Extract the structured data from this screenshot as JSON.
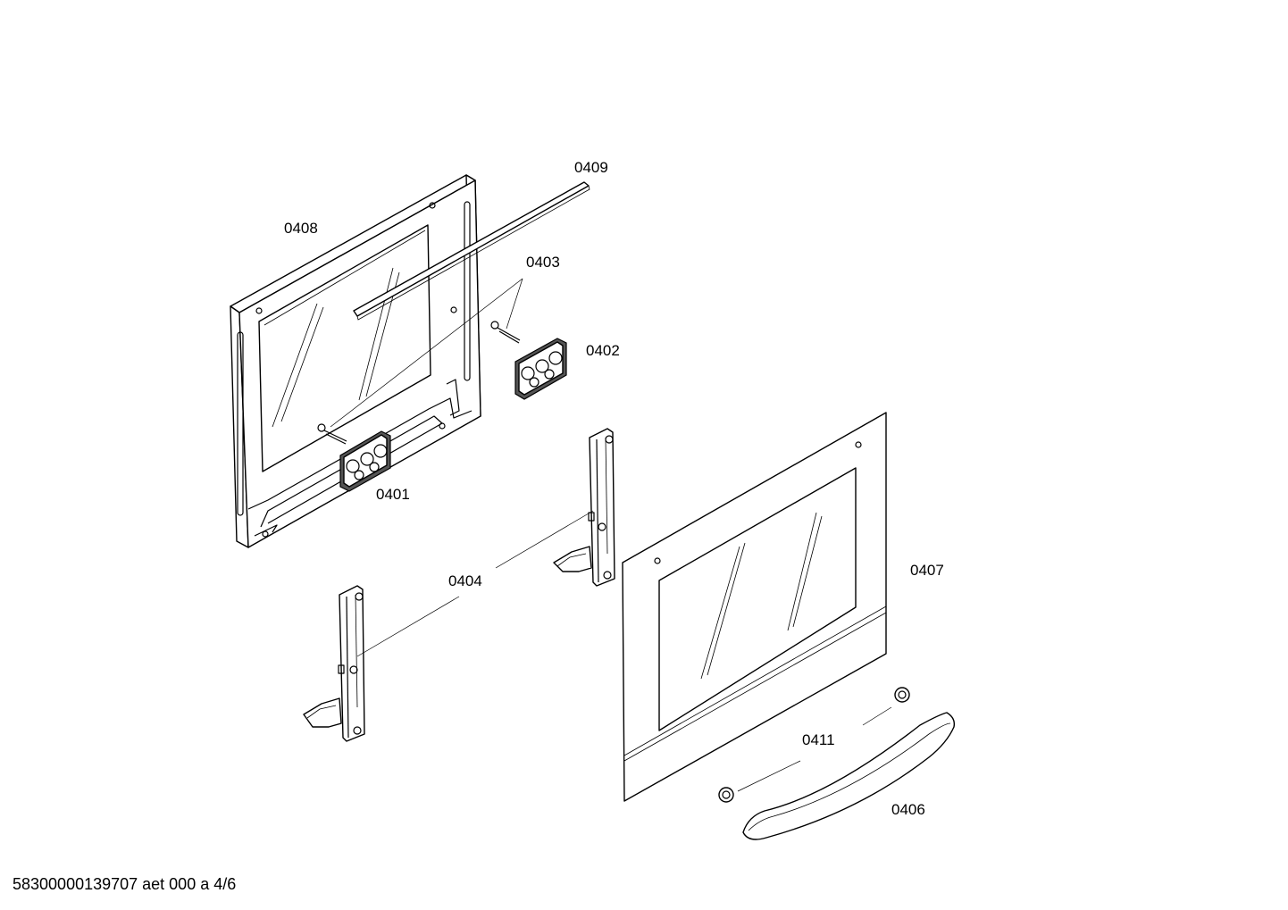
{
  "labels": {
    "p0401": "0401",
    "p0402": "0402",
    "p0403": "0403",
    "p0404": "0404",
    "p0406": "0406",
    "p0407": "0407",
    "p0408": "0408",
    "p0409": "0409",
    "p0411": "0411"
  },
  "footer": "58300000139707 aet 000 a 4/6"
}
